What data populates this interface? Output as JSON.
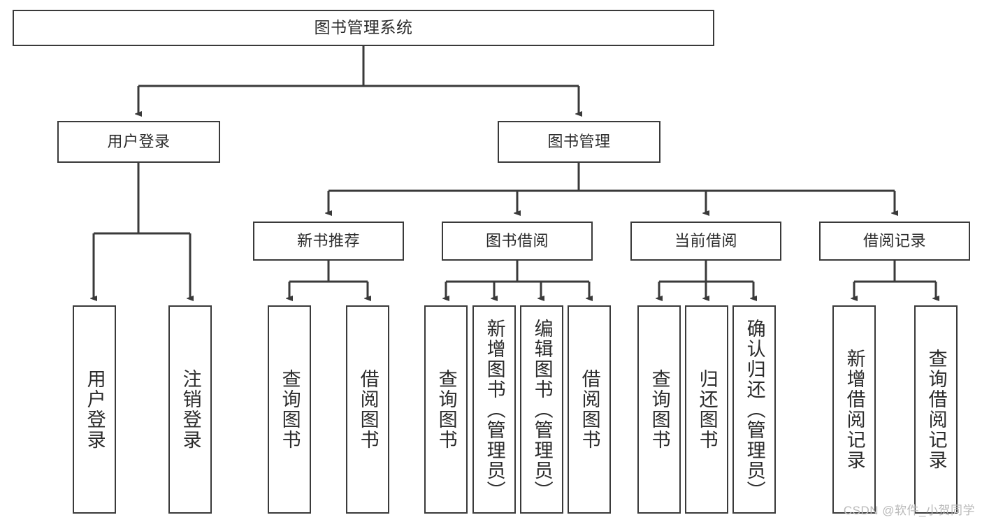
{
  "diagram": {
    "title": "图书管理系统",
    "type": "hierarchy-tree",
    "root": {
      "label": "图书管理系统"
    },
    "level1": [
      {
        "label": "用户登录"
      },
      {
        "label": "图书管理"
      }
    ],
    "level2": [
      {
        "label": "新书推荐"
      },
      {
        "label": "图书借阅"
      },
      {
        "label": "当前借阅"
      },
      {
        "label": "借阅记录"
      }
    ],
    "leaves": {
      "user_login": [
        {
          "label": "用户登录"
        },
        {
          "label": "注销登录"
        }
      ],
      "new_book_recommend": [
        {
          "label": "查询图书"
        },
        {
          "label": "借阅图书"
        }
      ],
      "book_borrow": [
        {
          "label": "查询图书"
        },
        {
          "label": "新增图书（管理员）"
        },
        {
          "label": "编辑图书（管理员）"
        },
        {
          "label": "借阅图书"
        }
      ],
      "current_borrow": [
        {
          "label": "查询图书"
        },
        {
          "label": "归还图书"
        },
        {
          "label": "确认归还（管理员）"
        }
      ],
      "borrow_record": [
        {
          "label": "新增借阅记录"
        },
        {
          "label": "查询借阅记录"
        }
      ]
    }
  },
  "watermark": {
    "text": "CSDN @软件_小贺同学"
  },
  "colors": {
    "border": "#3a3a3a",
    "text": "#2b2b2b",
    "background": "#ffffff",
    "watermark": "#b9b9b9"
  }
}
